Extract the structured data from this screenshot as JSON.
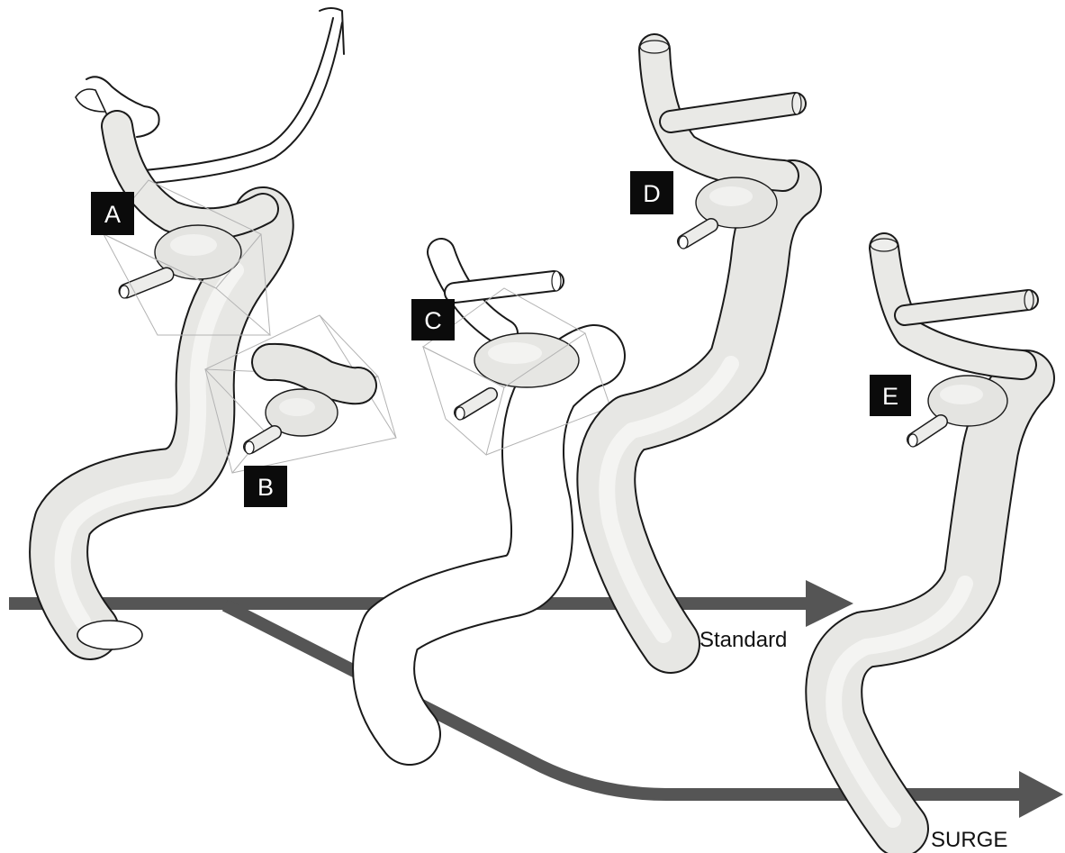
{
  "colors": {
    "pipeline_arrow": "#555555",
    "vessel_fill": "#e7e7e4",
    "vessel_highlight": "#fbfbfa",
    "vessel_outline": "#1a1a1a",
    "label_box": "#0b0b0b",
    "label_text": "#ffffff",
    "bounding_box": "#b3b3b3"
  },
  "stage_labels": {
    "a": "A",
    "b": "B",
    "c": "C",
    "d": "D",
    "e": "E"
  },
  "pipelines": {
    "standard": "Standard",
    "surge": "SURGE"
  }
}
